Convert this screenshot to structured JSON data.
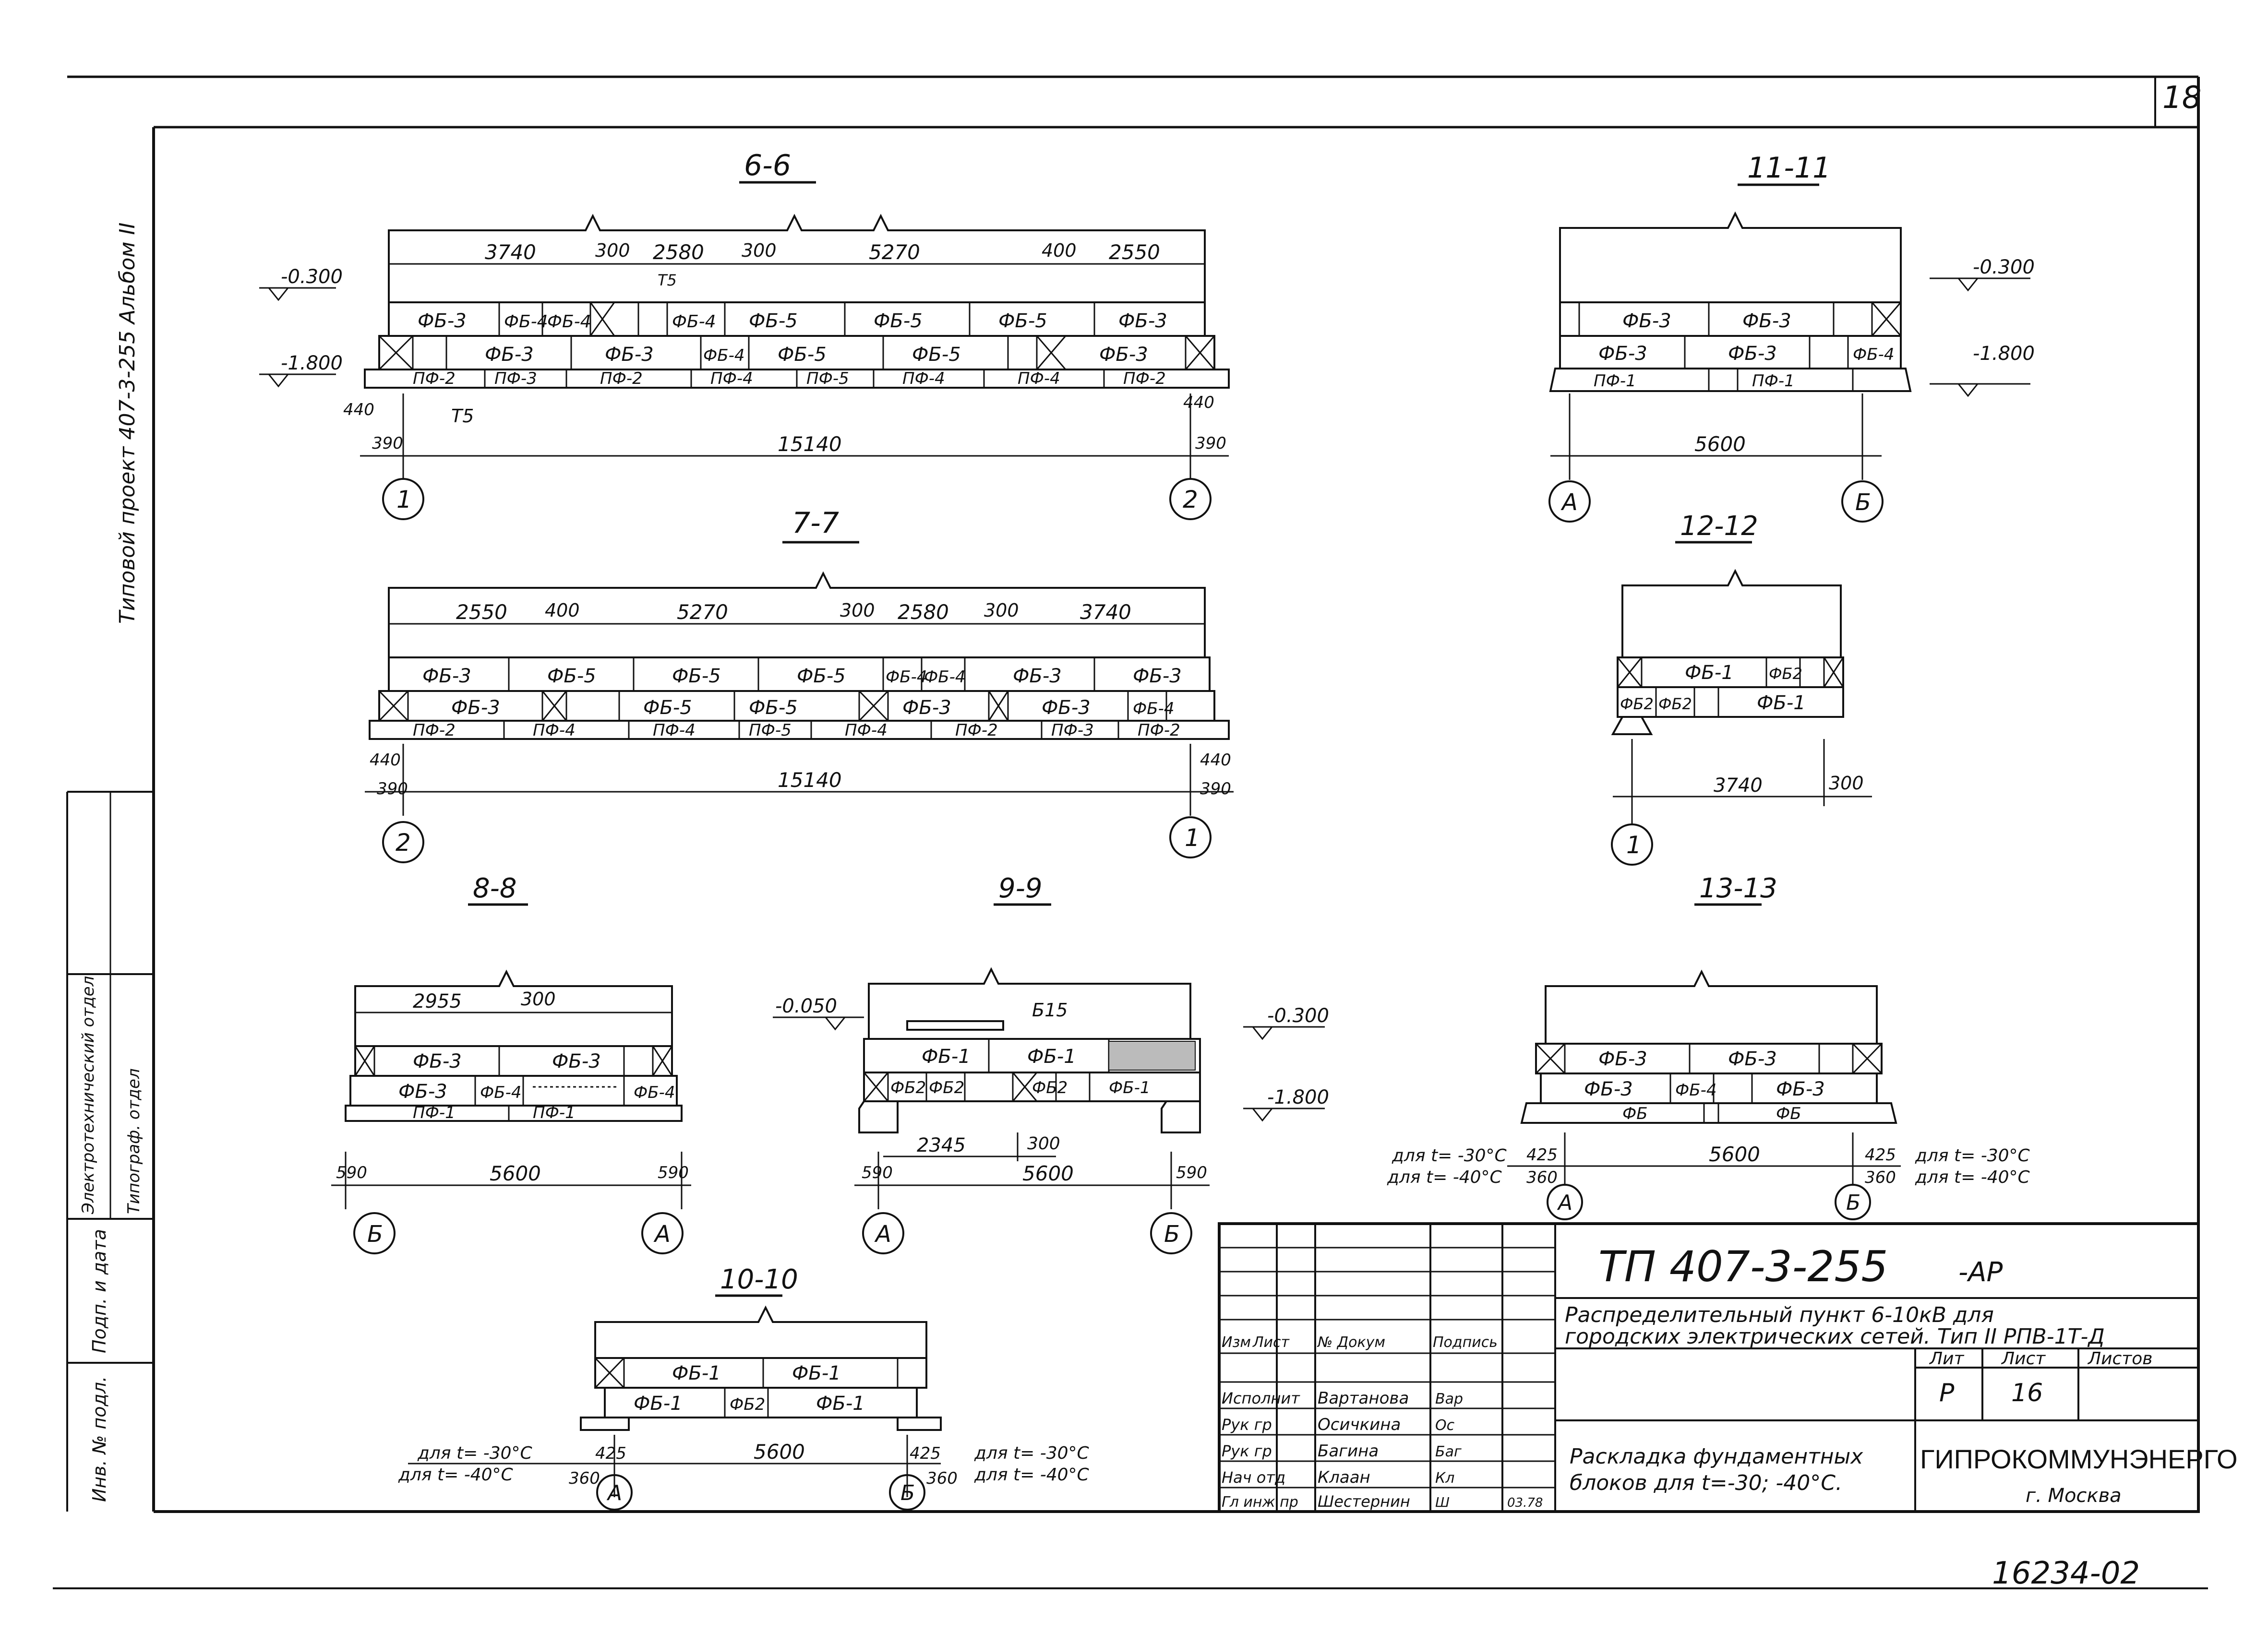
{
  "sheet_number": "18",
  "bottom_code": "16234-02",
  "left_stamp": {
    "project": "Типовой проект 407-3-255  Альбом II",
    "rows": [
      "Электротехнический отдел",
      "Типограф. отдел",
      "Подп. и дата",
      "Инв. № подл."
    ]
  },
  "sections": [
    {
      "title": "6-6",
      "dims_top": [
        "3740",
        "300",
        "2580",
        "300",
        "5270",
        "400",
        "2550"
      ],
      "row1": [
        "ФБ-3",
        "ФБ-4",
        "ФБ-4",
        "ФБ-4",
        "ФБ-5",
        "ФБ-5",
        "ФБ-5",
        "ФБ-3"
      ],
      "row2": [
        "ФБ-3",
        "ФБ-3",
        "ФБ-4",
        "ФБ-5",
        "ФБ-5",
        "ФБ-3"
      ],
      "row3": [
        "ПФ-2",
        "ПФ-3",
        "ПФ-2",
        "ПФ-4",
        "ПФ-5",
        "ПФ-4",
        "ПФ-4",
        "ПФ-2"
      ],
      "levels": [
        "-0.300",
        "-1.800"
      ],
      "side_dims": [
        "440",
        "390",
        "440",
        "390"
      ],
      "span": "15140",
      "axes": [
        "1",
        "2"
      ],
      "marks": [
        "Т5",
        "Т5"
      ]
    },
    {
      "title": "7-7",
      "dims_top": [
        "2550",
        "400",
        "5270",
        "300",
        "2580",
        "300",
        "3740"
      ],
      "row1": [
        "ФБ-3",
        "ФБ-5",
        "ФБ-5",
        "ФБ-5",
        "ФБ-4",
        "ФБ-4",
        "ФБ-3",
        "ФБ-3"
      ],
      "row2": [
        "ФБ-3",
        "ФБ-5",
        "ФБ-5",
        "ФБ-3",
        "ФБ-3",
        "ФБ-4"
      ],
      "row3": [
        "ПФ-2",
        "ПФ-4",
        "ПФ-4",
        "ПФ-5",
        "ПФ-4",
        "ПФ-2",
        "ПФ-3",
        "ПФ-2"
      ],
      "side_dims": [
        "440",
        "390",
        "440",
        "390"
      ],
      "span": "15140",
      "axes": [
        "2",
        "1"
      ]
    },
    {
      "title": "8-8",
      "dims_top": [
        "2955",
        "300"
      ],
      "row1": [
        "ФБ-3",
        "ФБ-3"
      ],
      "row2": [
        "ФБ-3",
        "ФБ-4",
        "ФБ-4"
      ],
      "row3": [
        "ПФ-1",
        "ПФ-1"
      ],
      "side_dims": [
        "590",
        "590"
      ],
      "span": "5600",
      "axes": [
        "Б",
        "А"
      ]
    },
    {
      "title": "9-9",
      "level_left": "-0.050",
      "beam": "Б15",
      "row1": [
        "ФБ-1",
        "ФБ-1"
      ],
      "row2": [
        "ФБ2",
        "ФБ2",
        "ФБ2",
        "ФБ-1"
      ],
      "levels": [
        "-0.300",
        "-1.800"
      ],
      "dims": [
        "2345",
        "300"
      ],
      "side_dims": [
        "590",
        "590"
      ],
      "span": "5600",
      "axes": [
        "А",
        "Б"
      ]
    },
    {
      "title": "10-10",
      "row1": [
        "ФБ-1",
        "ФБ-1"
      ],
      "row2": [
        "ФБ-1",
        "ФБ2",
        "ФБ-1"
      ],
      "notes_left": [
        "для t= -30°С",
        "для t= -40°С"
      ],
      "notes_right": [
        "для t= -30°С",
        "для t= -40°С"
      ],
      "side_dims": [
        "425",
        "360",
        "425",
        "360"
      ],
      "span": "5600",
      "axes": [
        "А",
        "Б"
      ]
    },
    {
      "title": "11-11",
      "row1": [
        "ФБ-3",
        "ФБ-3"
      ],
      "row2": [
        "ФБ-3",
        "ФБ-3",
        "ФБ-4"
      ],
      "row3": [
        "ПФ-1",
        "ПФ-1"
      ],
      "levels": [
        "-0.300",
        "-1.800"
      ],
      "span": "5600",
      "axes": [
        "А",
        "Б"
      ]
    },
    {
      "title": "12-12",
      "row1": [
        "ФБ-1",
        "ФБ2"
      ],
      "row2": [
        "ФБ2",
        "ФБ2",
        "ФБ-1"
      ],
      "span": "3740",
      "dim_extra": "300",
      "axes": [
        "1"
      ]
    },
    {
      "title": "13-13",
      "row1": [
        "ФБ-3",
        "ФБ-3"
      ],
      "row2": [
        "ФБ-3",
        "ФБ-4",
        "ФБ-3"
      ],
      "row3": [
        "ФБ",
        "ФБ"
      ],
      "notes_left": [
        "для t= -30°С",
        "для t= -40°С"
      ],
      "notes_right": [
        "для t= -30°С",
        "для t= -40°С"
      ],
      "side_dims": [
        "425",
        "360",
        "425",
        "360"
      ],
      "span": "5600",
      "axes": [
        "А",
        "Б"
      ]
    }
  ],
  "title_block": {
    "code": "ТП 407-3-255",
    "suffix": "-АР",
    "project_name_1": "Распределительный пункт 6-10кВ для",
    "project_name_2": "городских электрических сетей. Тип II РПВ-1Т-Д",
    "header_cols": [
      "Изм",
      "Лист",
      "№ Докум",
      "Подпись"
    ],
    "staff": [
      {
        "role": "Исполнит",
        "name": "Вартанова",
        "sign": "Вар"
      },
      {
        "role": "Рук гр",
        "name": "Осичкина",
        "sign": "Ос"
      },
      {
        "role": "Рук гр",
        "name": "Багина",
        "sign": "Баг"
      },
      {
        "role": "Нач отд",
        "name": "Клаан",
        "sign": "Кл"
      },
      {
        "role": "Гл инж пр",
        "name": "Шестернин",
        "sign": "Ш"
      }
    ],
    "date": "03.78",
    "stage_label": "Лит",
    "sheet_label": "Лист",
    "sheets_label": "Листов",
    "stage": "Р",
    "sheet": "16",
    "drawing_title_1": "Раскладка фундаментных",
    "drawing_title_2": "блоков для t=-30; -40°С.",
    "org": "ГИПРОКОММУНЭНЕРГО",
    "city": "г. Москва"
  }
}
